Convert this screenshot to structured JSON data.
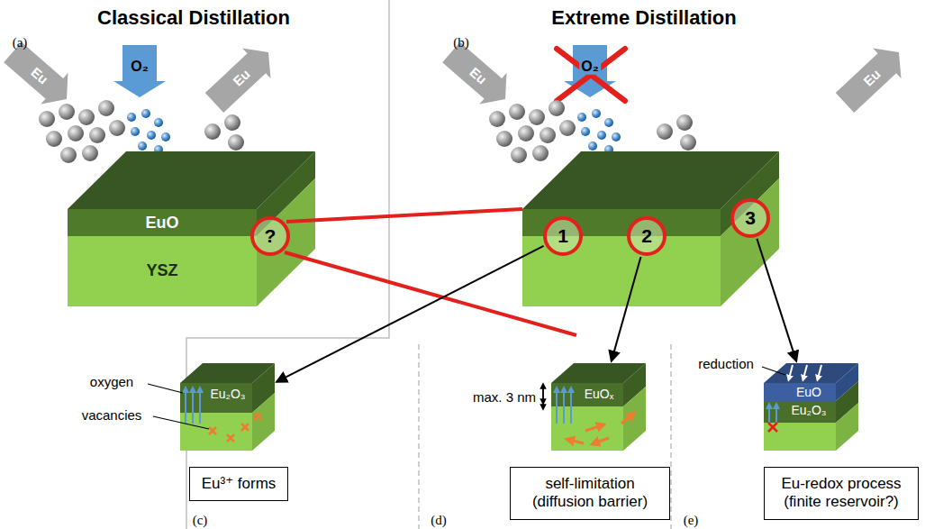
{
  "diagram": {
    "nodes": [
      {
        "text": [
          "?"
        ]
      },
      {
        "text": [
          "1"
        ]
      },
      {
        "text": [
          "2"
        ]
      },
      {
        "text": [
          "3"
        ]
      },
      {
        "text": [
          "Eu₂O₃"
        ]
      },
      {
        "text": [
          "Eu³⁺ forms"
        ]
      },
      {
        "text": [
          "EuOₓ"
        ]
      },
      {
        "text": [
          "self-limitation (diffusion barrier)"
        ]
      },
      {
        "text": [
          "EuO",
          "Eu₂O₃"
        ]
      },
      {
        "text": [
          "Eu-redox process (finite reservoir?)"
        ]
      }
    ],
    "edges": [
      {
        "from": 1,
        "to": 4,
        "arrow": "to"
      },
      {
        "from": 2,
        "to": 6,
        "arrow": "to"
      },
      {
        "from": 3,
        "to": 8,
        "arrow": "to"
      }
    ],
    "labels": [
      "Classical Distillation",
      "Extreme Distillation",
      "(a)",
      "Eu",
      "O₂",
      "Eu",
      "EuO",
      "YSZ",
      "(b)",
      "Eu",
      "O₂",
      "Eu",
      "oxygen",
      "vacancies",
      "(c)",
      "max. 3 nm",
      "(d)",
      "reduction",
      "(e)"
    ]
  }
}
